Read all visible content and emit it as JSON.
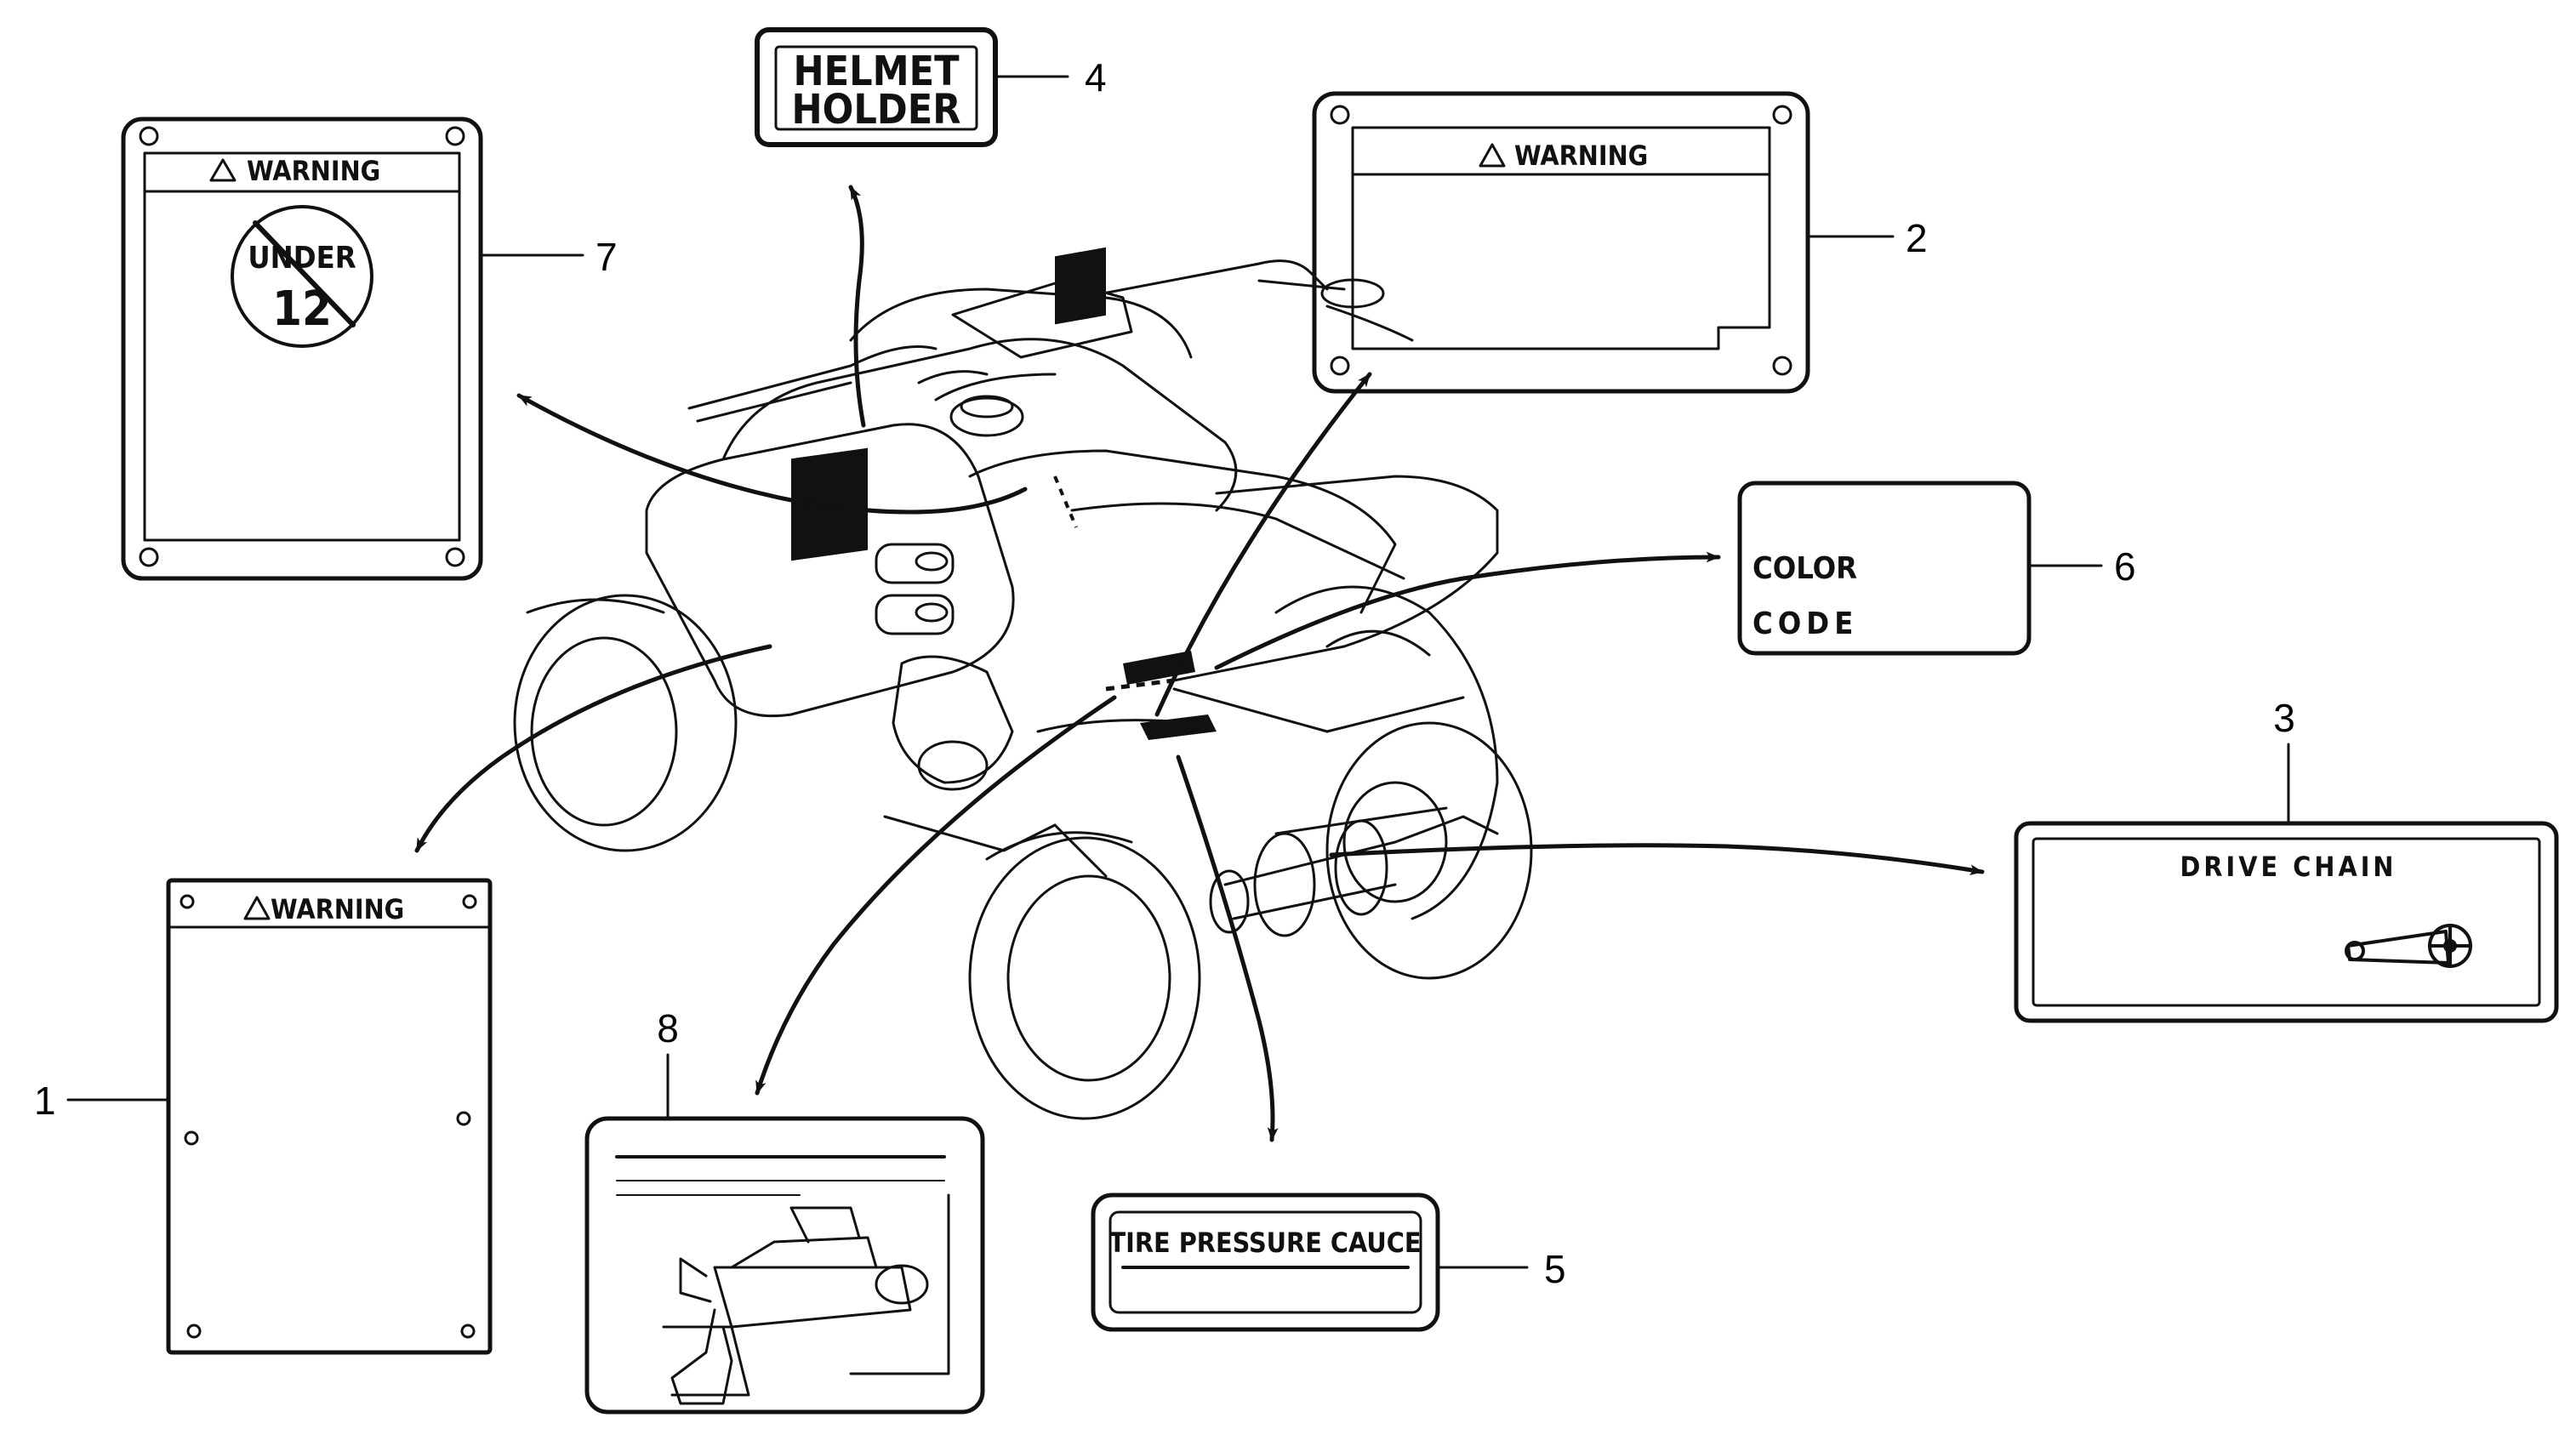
{
  "labels": {
    "helmet_holder": {
      "line1": "HELMET",
      "line2": "HOLDER",
      "callout": "4"
    },
    "warning_under12": {
      "header": "WARNING",
      "badge_top": "UNDER",
      "badge_bottom": "12",
      "callout": "7"
    },
    "warning_large": {
      "header": "WARNING",
      "callout": "2"
    },
    "color_code": {
      "line1": "COLOR",
      "line2": "CODE",
      "callout": "6"
    },
    "drive_chain": {
      "title": "DRIVE CHAIN",
      "callout": "3"
    },
    "warning_small": {
      "header": "WARNING",
      "callout": "1"
    },
    "diagram_label": {
      "callout": "8"
    },
    "tire_pressure": {
      "title": "TIRE PRESSURE CAUCE",
      "callout": "5"
    }
  },
  "icons": {
    "warning_triangle": "warning-triangle-icon",
    "no_entry": "prohibition-icon",
    "chain": "chain-icon"
  },
  "colors": {
    "ink": "#111111",
    "background": "#ffffff"
  }
}
